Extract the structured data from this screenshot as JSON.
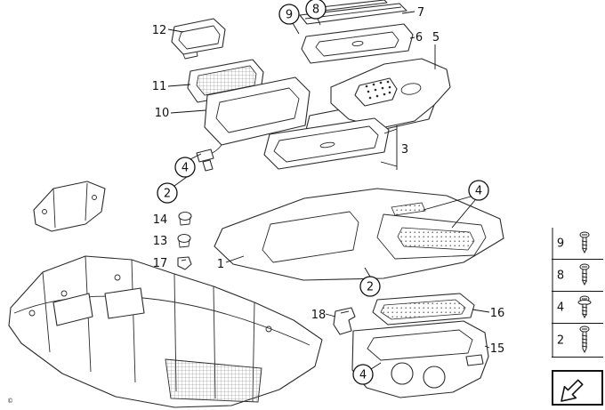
{
  "diagram_title": "center-console-exploded-parts-diagram",
  "watermark": "©",
  "colors": {
    "line": "#1a1a1a",
    "background": "#ffffff"
  },
  "labels": {
    "p12": "12",
    "p11": "11",
    "p10": "10",
    "p7": "7",
    "p6": "6",
    "p5": "5",
    "p3": "3",
    "p14": "14",
    "p13": "13",
    "p17": "17",
    "p1": "1",
    "p16": "16",
    "p15": "15",
    "p18": "18"
  },
  "circled": {
    "c9": "9",
    "c8": "8",
    "c4_left": "4",
    "c2_left": "2",
    "c4_right": "4",
    "c2_mid": "2",
    "c4_bottom": "4"
  },
  "sidebar": {
    "rows": [
      {
        "label": "9",
        "icon": "screw-icon"
      },
      {
        "label": "8",
        "icon": "screw-icon"
      },
      {
        "label": "4",
        "icon": "screw-washer-icon"
      },
      {
        "label": "2",
        "icon": "screw-long-icon"
      }
    ],
    "arrow_icon": "direction-arrow-icon"
  }
}
